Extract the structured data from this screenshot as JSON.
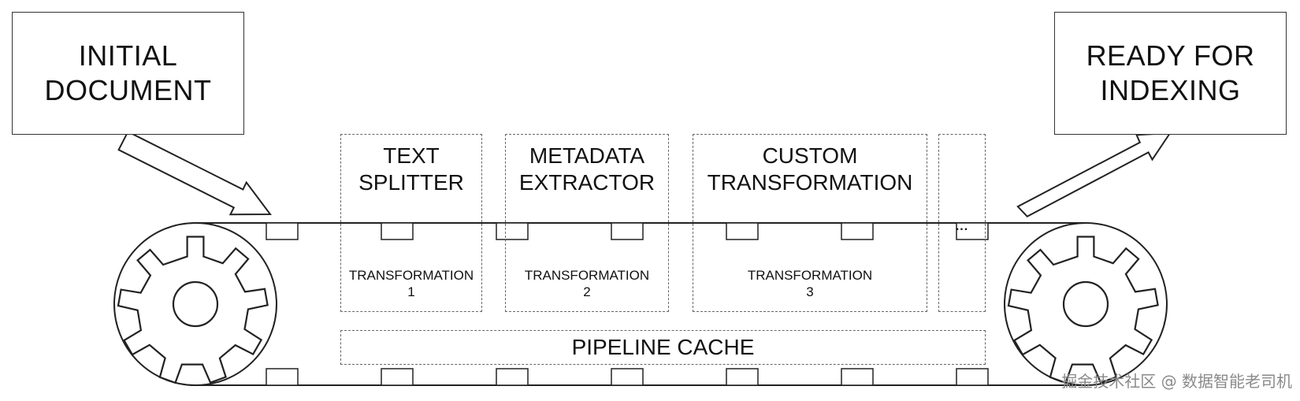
{
  "input_box": {
    "line1": "INITIAL",
    "line2": "DOCUMENT"
  },
  "output_box": {
    "line1": "READY FOR",
    "line2": "INDEXING"
  },
  "stages": [
    {
      "title1": "TEXT",
      "title2": "SPLITTER",
      "sub1": "TRANSFORMATION",
      "sub2": "1"
    },
    {
      "title1": "METADATA",
      "title2": "EXTRACTOR",
      "sub1": "TRANSFORMATION",
      "sub2": "2"
    },
    {
      "title1": "CUSTOM",
      "title2": "TRANSFORMATION",
      "sub1": "TRANSFORMATION",
      "sub2": "3"
    }
  ],
  "ellipsis_stage": {
    "label": "..."
  },
  "cache": {
    "label": "PIPELINE CACHE"
  },
  "watermark": "掘金技术社区 @ 数据智能老司机"
}
